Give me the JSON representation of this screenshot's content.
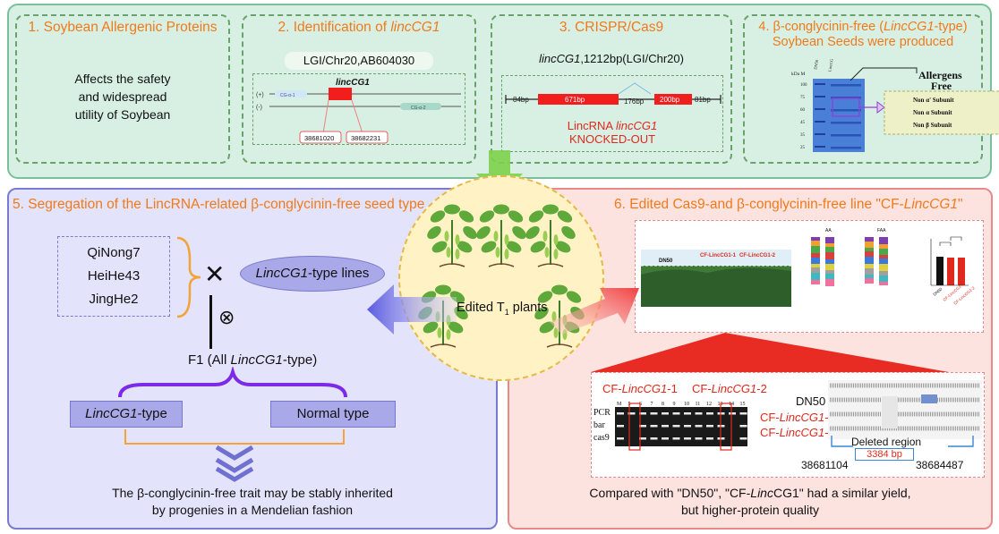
{
  "colors": {
    "title_orange": "#f07a1a",
    "accent_red": "#e0281c",
    "green_panel": "#d8f0e4",
    "lavender_panel": "#e3e3fb",
    "pink_panel": "#fde3e0",
    "purple_line": "#7d2ae8"
  },
  "box1": {
    "title": "1. Soybean Allergenic Proteins",
    "text1": "Affects the safety",
    "text2": "and widespread",
    "text3": "utility of Soybean"
  },
  "box2": {
    "title_a": "2. Identification of ",
    "title_b": "lincCG1",
    "locus": "LGI/Chr20,AB604030",
    "gene": "lincCG1",
    "strand_plus": "(+)",
    "strand_minus": "(-)",
    "cg_a1": "CG-α-1",
    "cg_a2": "CG-α-2",
    "pos_start": "38681020",
    "pos_end": "38682231"
  },
  "box3": {
    "title": "3. CRISPR/Cas9",
    "sub_a": "lincCG1",
    "sub_b": ",1212bp(LGI/Chr20)",
    "seg1": "84bp",
    "seg2": "671bp",
    "seg3": "176bp",
    "seg4": "200bp",
    "seg5": "81bp",
    "ko1": "LincRNA  ",
    "ko1b": "lincCG1",
    "ko2": "KNOCKED-OUT"
  },
  "box4": {
    "title_a": "4. β-conglycinin-free (",
    "title_b": "LincCG1",
    "title_c": "-type)",
    "title2": "Soybean Seeds were produced",
    "kda": "kDa M",
    "lane1": "DN50 (control)",
    "lane2": "LincCG1-2",
    "mw": [
      "100",
      "75",
      "60",
      "45",
      "35",
      "25"
    ],
    "allergens": "Allergens",
    "free": "Free",
    "subunits": [
      "Non α' Subunit",
      "Non α Subunit",
      "Non β Subunit"
    ]
  },
  "box5": {
    "title": "5. Segregation of the LincRNA-related β-conglycinin-free seed type",
    "parents": [
      "QiNong7",
      "HeiHe43",
      "JingHe2"
    ],
    "cross": "✕",
    "self": "⊗",
    "lines_a": "LincCG1",
    "lines_b": "-type lines",
    "f1_a": "F1 (All ",
    "f1_b": "LincCG1",
    "f1_c": "-type)",
    "type_a1": "LincCG1",
    "type_a2": "-type",
    "normal": "Normal type",
    "conclusion1": "The β-conglycinin-free trait may be stably inherited",
    "conclusion2": "by progenies in a Mendelian fashion"
  },
  "center": {
    "label_a": "Edited T",
    "label_sub": "1",
    "label_b": " plants"
  },
  "box6": {
    "title_a": "6. Edited Cas9-and β-conglycinin-free line \"CF-",
    "title_b": "LincCG1",
    "title_c": "\"",
    "field_dn50": "DN50",
    "field_cf1": "CF-LincCG1-1",
    "field_cf2": "CF-LincCG1-2",
    "chart_aa": "AA",
    "chart_faa": "FAA",
    "dn50_tag": "DN50",
    "cf1_tag": "CF-LincCG1-1",
    "cf2_tag": "CF-LincCG1-2",
    "gel_cf1_a": "CF-",
    "gel_cf1_b": "LincCG1",
    "gel_cf1_c": "-1",
    "gel_cf2_a": "CF-",
    "gel_cf2_b": "LincCG1",
    "gel_cf2_c": "-2",
    "gel_rows": [
      "PCR",
      "bar",
      "cas9"
    ],
    "lanes": [
      "M",
      "5",
      "6",
      "7",
      "8",
      "9",
      "10",
      "11",
      "12",
      "13",
      "14",
      "15"
    ],
    "seq_dn50": "DN50",
    "seq_cf1_a": "CF-",
    "seq_cf1_b": "LincCG1",
    "seq_cf1_c": "-1",
    "seq_cf2_a": "CF-",
    "seq_cf2_b": "LincCG1",
    "seq_cf2_c": "-2",
    "deleted_region": "Deleted region",
    "deleted_bp": "3384 bp",
    "pos_left": "38681104",
    "pos_right": "38684487",
    "compare1a": "Compared with \"DN50\", \"CF-",
    "compare1b": "Linc",
    "compare1c": "CG1\" had a similar yield,",
    "compare2": "but higher-protein quality"
  }
}
